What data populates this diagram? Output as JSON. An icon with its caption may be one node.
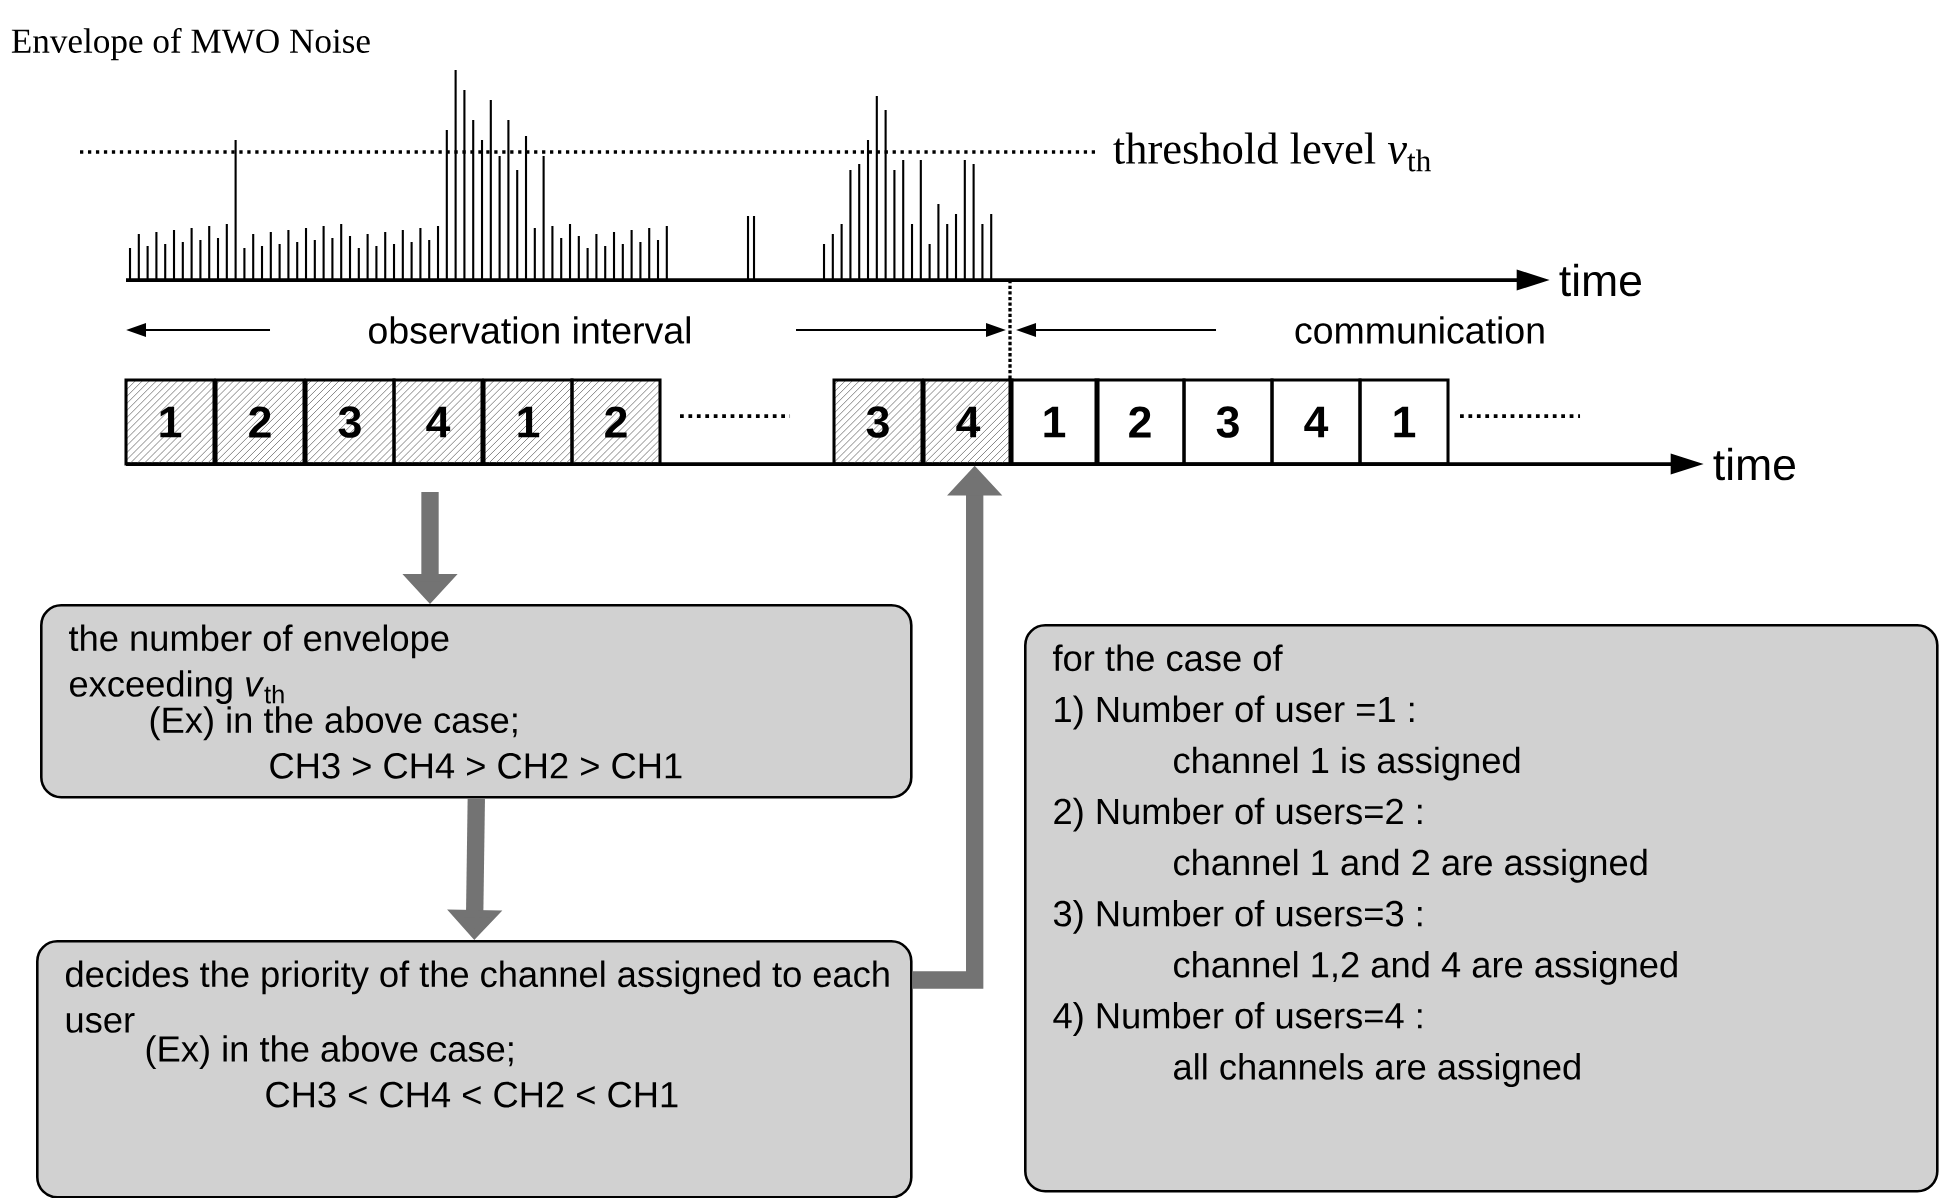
{
  "diagram": {
    "nodes": [
      {
        "text": [
          "1"
        ]
      },
      {
        "text": [
          "2"
        ]
      },
      {
        "text": [
          "3"
        ]
      },
      {
        "text": [
          "4"
        ]
      },
      {
        "text": [
          "1"
        ]
      },
      {
        "text": [
          "2"
        ]
      },
      {
        "text": [
          "3"
        ]
      },
      {
        "text": [
          "4"
        ]
      },
      {
        "text": [
          "1"
        ]
      },
      {
        "text": [
          "2"
        ]
      },
      {
        "text": [
          "3"
        ]
      },
      {
        "text": [
          "4"
        ]
      },
      {
        "text": [
          "1"
        ]
      },
      {
        "text": [
          "the number of envelope exceeding *v*$_{th}$",
          "(Ex) in the above case;",
          "CH3 > CH4 > CH2 > CH1"
        ]
      },
      {
        "text": [
          "decides the priority of the channel assigned to each user",
          "(Ex) in the above case;",
          "CH3 < CH4 < CH2 < CH1"
        ]
      },
      {
        "text": [
          "for the case of",
          "1) Number of user =1 :",
          "channel 1 is assigned",
          "2) Number of users=2 :",
          "channel 1 and 2 are assigned",
          "3) Number of users=3 :",
          "channel 1,2 and 4 are assigned",
          "4) Number of users=4 :",
          "all channels are assigned"
        ]
      }
    ],
    "edges": [
      {
        "from": null,
        "to": 13,
        "arrow": "to"
      },
      {
        "from": 13,
        "to": 14,
        "arrow": "to"
      },
      {
        "from": 14,
        "to": 7,
        "arrow": "to"
      }
    ],
    "labels": [
      "Envelope of MWO Noise",
      "threshold level *v*$_{th}$",
      "time",
      "observation interval",
      "communication",
      "time"
    ]
  }
}
